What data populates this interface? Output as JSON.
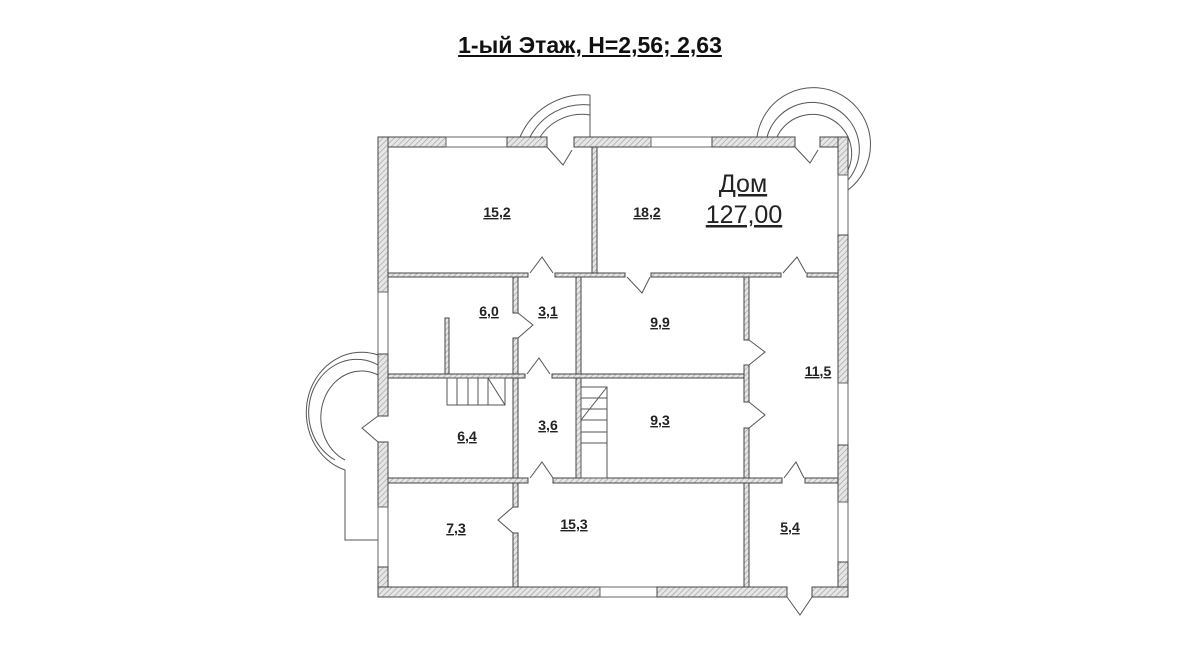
{
  "title": "1-ый Этаж, Н=2,56; 2,63",
  "house": {
    "label": "Дом",
    "total_area": "127,00"
  },
  "rooms": [
    {
      "area": "15,2"
    },
    {
      "area": "18,2"
    },
    {
      "area": "6,0"
    },
    {
      "area": "3,1"
    },
    {
      "area": "9,9"
    },
    {
      "area": "11,5"
    },
    {
      "area": "6,4"
    },
    {
      "area": "3,6"
    },
    {
      "area": "9,3"
    },
    {
      "area": "7,3"
    },
    {
      "area": "15,3"
    },
    {
      "area": "5,4"
    }
  ]
}
